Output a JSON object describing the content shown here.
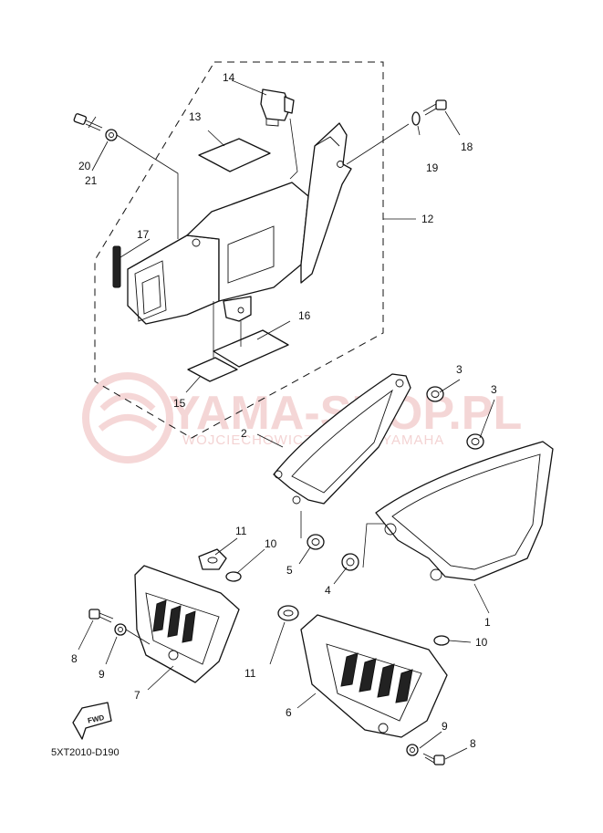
{
  "diagram_code": "5XT2010-D190",
  "watermark": {
    "brand": "YAMA-SHOP.PL",
    "subtitle": "WOJCIECHOWICZ DEALER YAMAHA"
  },
  "fwd_label": "FWD",
  "callouts": {
    "c1": "1",
    "c2": "2",
    "c3a": "3",
    "c3b": "3",
    "c4": "4",
    "c5": "5",
    "c6": "6",
    "c7": "7",
    "c8a": "8",
    "c8b": "8",
    "c9a": "9",
    "c9b": "9",
    "c10a": "10",
    "c10b": "10",
    "c11a": "11",
    "c11b": "11",
    "c12": "12",
    "c13": "13",
    "c14": "14",
    "c15": "15",
    "c16": "16",
    "c17": "17",
    "c18": "18",
    "c19": "19",
    "c20": "20",
    "c21": "21"
  },
  "colors": {
    "line": "#111111",
    "watermark": "#f1c9c9",
    "background": "#ffffff"
  }
}
